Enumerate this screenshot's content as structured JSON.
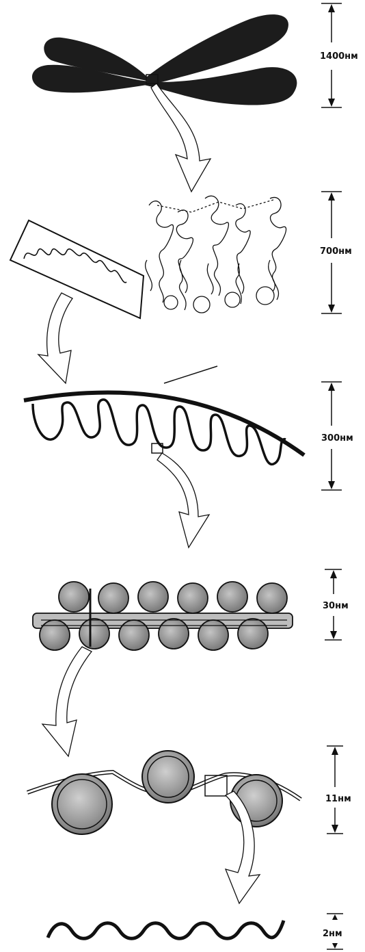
{
  "scale_labels": [
    "1400нм",
    "700нм",
    "300нм",
    "30нм",
    "11нм",
    "2нм"
  ],
  "colors": {
    "ink": "#111111",
    "chromosome": "#1c1c1c",
    "nucleosome_gray": "#8a8a8a",
    "arrow_fill": "#ffffff"
  }
}
